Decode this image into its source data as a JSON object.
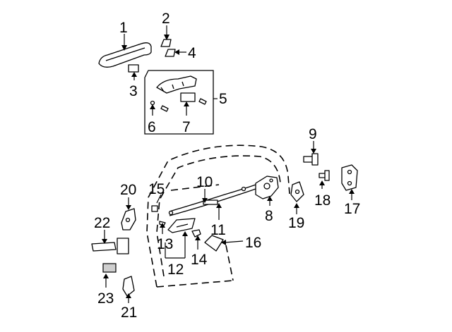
{
  "callouts": [
    {
      "number": "1"
    },
    {
      "number": "2"
    },
    {
      "number": "3"
    },
    {
      "number": "4"
    },
    {
      "number": "5"
    },
    {
      "number": "6"
    },
    {
      "number": "7"
    },
    {
      "number": "8"
    },
    {
      "number": "9"
    },
    {
      "number": "10"
    },
    {
      "number": "11"
    },
    {
      "number": "12"
    },
    {
      "number": "13"
    },
    {
      "number": "14"
    },
    {
      "number": "15"
    },
    {
      "number": "16"
    },
    {
      "number": "17"
    },
    {
      "number": "18"
    },
    {
      "number": "19"
    },
    {
      "number": "20"
    },
    {
      "number": "21"
    },
    {
      "number": "22"
    },
    {
      "number": "23"
    }
  ]
}
